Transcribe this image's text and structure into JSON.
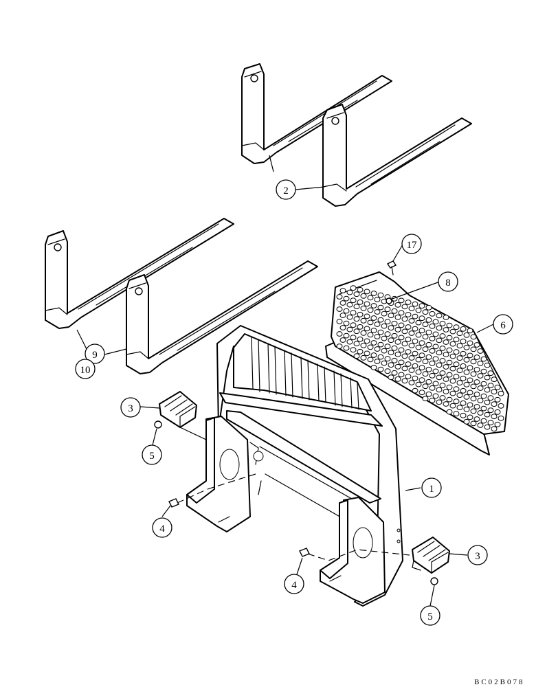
{
  "figure": {
    "reference_code": "BC02B078",
    "callouts": [
      {
        "id": "c1",
        "label": "1"
      },
      {
        "id": "c2",
        "label": "2"
      },
      {
        "id": "c3a",
        "label": "3"
      },
      {
        "id": "c3b",
        "label": "3"
      },
      {
        "id": "c4a",
        "label": "4"
      },
      {
        "id": "c4b",
        "label": "4"
      },
      {
        "id": "c5a",
        "label": "5"
      },
      {
        "id": "c5b",
        "label": "5"
      },
      {
        "id": "c6",
        "label": "6"
      },
      {
        "id": "c8",
        "label": "8"
      },
      {
        "id": "c9",
        "label": "9"
      },
      {
        "id": "c10",
        "label": "10"
      },
      {
        "id": "c17",
        "label": "17"
      }
    ]
  }
}
